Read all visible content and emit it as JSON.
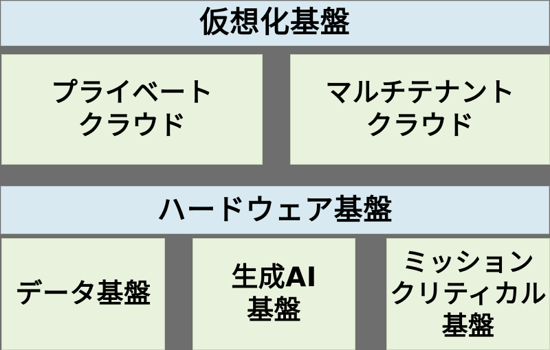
{
  "diagram": {
    "title": "仮想化基盤",
    "colors": {
      "background": "#6e6e6e",
      "banner_fill": "#d8e9f1",
      "card_fill": "#e9f2dd",
      "text": "#000000"
    },
    "layers": [
      {
        "banner": "仮想化基盤",
        "cards": [
          "プライベート\nクラウド",
          "マルチテナント\nクラウド"
        ]
      },
      {
        "banner": "ハードウェア基盤",
        "cards": [
          "データ基盤",
          "生成AI\n基盤",
          "ミッション\nクリティカル\n基盤"
        ]
      }
    ],
    "virtualization": {
      "banner_label": "仮想化基盤",
      "private_cloud_label": "プライベート\nクラウド",
      "multitenant_cloud_label": "マルチテナント\nクラウド"
    },
    "hardware": {
      "banner_label": "ハードウェア基盤",
      "data_foundation_label": "データ基盤",
      "genai_foundation_label": "生成AI\n基盤",
      "mission_critical_label": "ミッション\nクリティカル\n基盤"
    }
  }
}
